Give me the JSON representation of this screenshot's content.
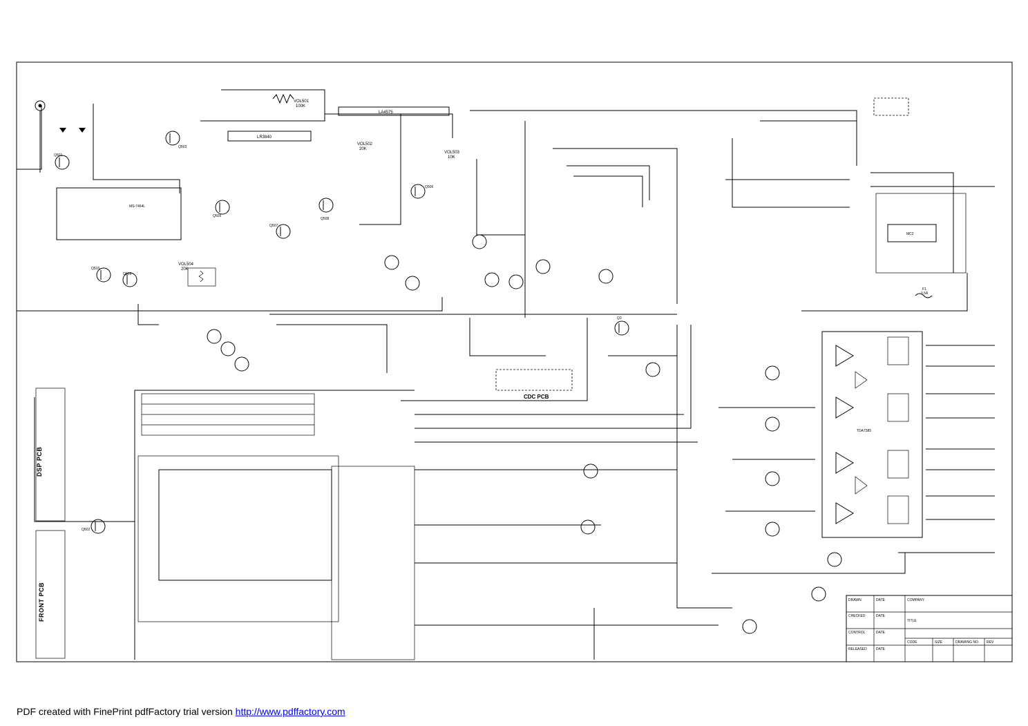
{
  "footer": {
    "text": "PDF created with FinePrint pdfFactory trial version",
    "link": "http://www.pdffactory.com"
  },
  "schematic": {
    "ic_labels": {
      "lm3840": "LR3840",
      "ic3": "LA4575",
      "u1": "MC2",
      "ic1": "TDA7385",
      "ic6_part": "MS-7464L"
    },
    "pcb_labels": {
      "cdc": "CDC PCB",
      "dsp": "DSP PCB",
      "front": "FRONT PCB"
    },
    "vol_labels": {
      "vol501": "VOL501",
      "vol501_val": "100K",
      "vol502": "VOL502",
      "vol502_val": "20K",
      "vol503": "VOL503",
      "vol503_val": "10K",
      "vol504": "VOL504",
      "vol504_val": "20K"
    },
    "transistors": [
      "Q501",
      "Q503",
      "Q505",
      "Q506",
      "Q507",
      "Q508",
      "Q509",
      "Q510",
      "Q502",
      "Q3"
    ],
    "fuse": {
      "name": "F1",
      "value": "0.5A"
    },
    "title_block": {
      "drawn": "DRAWN",
      "checked": "CHECKED",
      "control": "CONTROL",
      "released": "RELEASED",
      "date": "DATE",
      "company": "COMPANY",
      "title": "TITLE",
      "code": "CODE",
      "size": "SIZE",
      "drawing_no": "DRAWING NO.",
      "rev": "REV"
    }
  }
}
